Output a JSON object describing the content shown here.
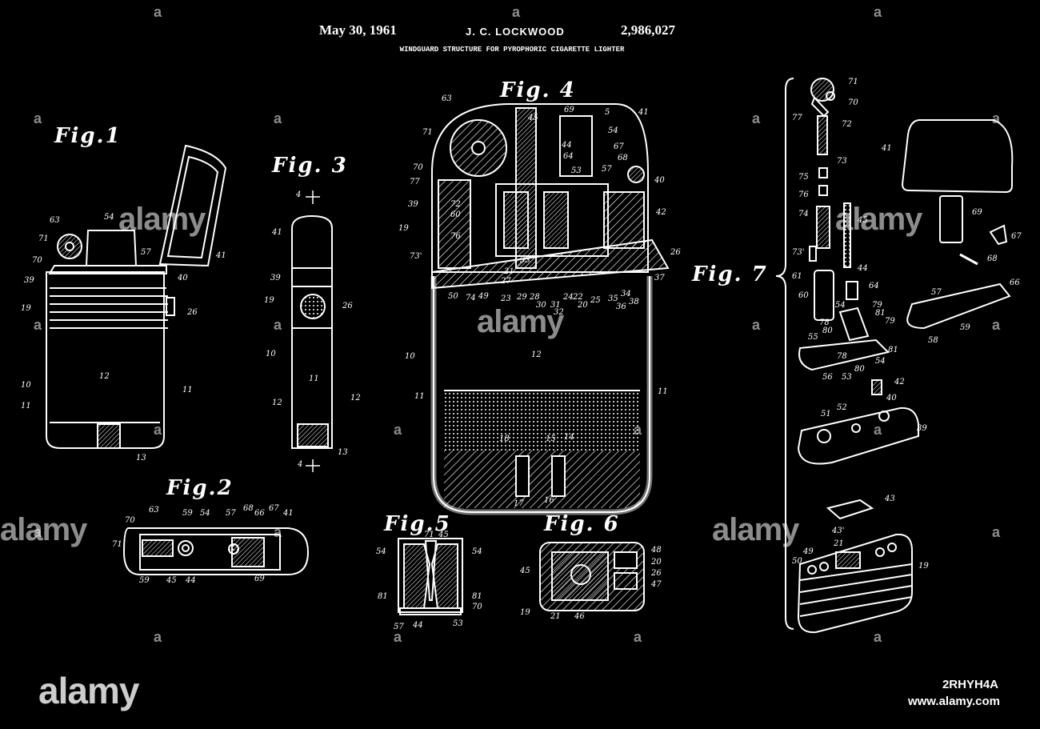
{
  "header": {
    "date": "May 30, 1961",
    "inventor": "J. C. LOCKWOOD",
    "patent_number": "2,986,027",
    "title": "WINDGUARD STRUCTURE FOR PYROPHORIC CIGARETTE LIGHTER"
  },
  "figures": {
    "fig1": "Fig.1",
    "fig2": "Fig.2",
    "fig3": "Fig. 3",
    "fig4": "Fig. 4",
    "fig5": "Fig.5",
    "fig6": "Fig. 6",
    "fig7": "Fig. 7"
  },
  "refs": {
    "f1": [
      "63",
      "54",
      "71",
      "70",
      "57",
      "41",
      "39",
      "40",
      "19",
      "26",
      "12",
      "10",
      "11",
      "11",
      "13"
    ],
    "f3": [
      "4",
      "41",
      "39",
      "19",
      "26",
      "10",
      "11",
      "12",
      "12",
      "13",
      "4"
    ],
    "f4": [
      "63",
      "69",
      "45",
      "5",
      "41",
      "71",
      "54",
      "44",
      "67",
      "64",
      "68",
      "70",
      "57",
      "53",
      "40",
      "77",
      "72",
      "42",
      "39",
      "19",
      "60",
      "76",
      "73'",
      "21",
      "33",
      "27",
      "26",
      "37",
      "50",
      "74",
      "49",
      "23",
      "29",
      "28",
      "30",
      "31",
      "22",
      "20",
      "25",
      "24",
      "32",
      "35",
      "34",
      "36",
      "38",
      "12",
      "10",
      "11",
      "11",
      "18",
      "15",
      "14",
      "17",
      "16"
    ],
    "f2": [
      "63",
      "59",
      "54",
      "57",
      "68",
      "66",
      "67",
      "41",
      "70",
      "71",
      "59",
      "45",
      "44",
      "69"
    ],
    "f5": [
      "71",
      "45",
      "54",
      "54",
      "81",
      "81",
      "70",
      "57",
      "44",
      "53"
    ],
    "f6": [
      "48",
      "45",
      "20",
      "26",
      "47",
      "19",
      "21",
      "46"
    ],
    "f7": [
      "71",
      "70",
      "77",
      "72",
      "73",
      "75",
      "76",
      "74",
      "45",
      "73'",
      "41",
      "69",
      "67",
      "68",
      "44",
      "61",
      "64",
      "60",
      "57",
      "66",
      "54",
      "79",
      "78",
      "81",
      "79",
      "80",
      "55",
      "59",
      "58",
      "78",
      "81",
      "56",
      "53",
      "80",
      "54",
      "42",
      "52",
      "40",
      "51",
      "39",
      "43",
      "43'",
      "21",
      "49",
      "50",
      "19"
    ]
  },
  "watermark": {
    "brand": "alamy",
    "tile_letter": "a",
    "stock_id": "2RHYH4A",
    "url": "www.alamy.com"
  }
}
